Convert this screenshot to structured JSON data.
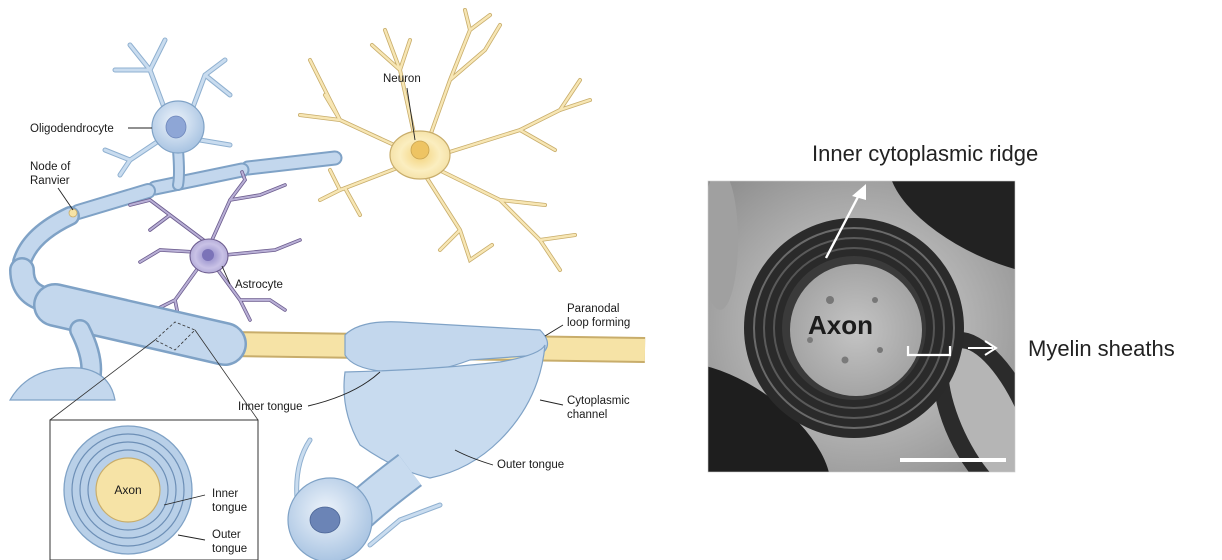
{
  "diagram": {
    "labels": {
      "oligodendrocyte": "Oligodendrocyte",
      "node_of_ranvier_line1": "Node of",
      "node_of_ranvier_line2": "Ranvier",
      "neuron": "Neuron",
      "astrocyte": "Astrocyte",
      "paranodal_line1": "Paranodal",
      "paranodal_line2": "loop forming",
      "inner_tongue": "Inner tongue",
      "cytoplasmic_channel_line1": "Cytoplasmic",
      "cytoplasmic_channel_line2": "channel",
      "outer_tongue": "Outer tongue",
      "inset_axon": "Axon",
      "inset_inner_tongue_line1": "Inner",
      "inset_inner_tongue_line2": "tongue",
      "inset_outer_tongue_line1": "Outer",
      "inset_outer_tongue_line2": "tongue"
    },
    "colors": {
      "sheath": "#bcd4ec",
      "sheath_edge": "#7fa2c6",
      "axon": "#f6e3a6",
      "neuron": "#fbeec0",
      "astrocyte": "#b9b0d6"
    }
  },
  "micrograph": {
    "axon_label": "Axon",
    "inner_ridge_label": "Inner cytoplasmic ridge",
    "myelin_label": "Myelin sheaths"
  }
}
